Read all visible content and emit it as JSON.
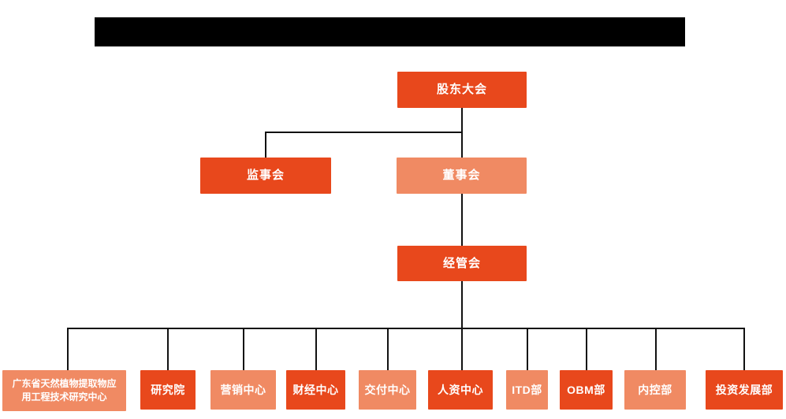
{
  "colors": {
    "primary": "#E8481C",
    "secondary": "#F08A63",
    "connector": "#111111",
    "redaction": "#000000",
    "node_text": "#FFFFFF"
  },
  "redaction_bar": {
    "present": true,
    "description": "blacked-out title area above the chart"
  },
  "org_chart": {
    "type": "organizational-hierarchy",
    "nodes": {
      "shareholders": {
        "label": "股东大会",
        "variant": "primary"
      },
      "supervisory": {
        "label": "监事会",
        "variant": "primary"
      },
      "board": {
        "label": "董事会",
        "variant": "secondary"
      },
      "management": {
        "label": "经管会",
        "variant": "primary"
      },
      "departments": [
        {
          "label": "广东省天然植物提取物应用工程技术研究中心",
          "variant": "secondary"
        },
        {
          "label": "研究院",
          "variant": "primary"
        },
        {
          "label": "营销中心",
          "variant": "secondary"
        },
        {
          "label": "财经中心",
          "variant": "primary"
        },
        {
          "label": "交付中心",
          "variant": "secondary"
        },
        {
          "label": "人资中心",
          "variant": "primary"
        },
        {
          "label": "ITD部",
          "variant": "secondary"
        },
        {
          "label": "OBM部",
          "variant": "primary"
        },
        {
          "label": "内控部",
          "variant": "secondary"
        },
        {
          "label": "投资发展部",
          "variant": "primary"
        }
      ]
    },
    "edges": [
      [
        "股东大会",
        "监事会"
      ],
      [
        "股东大会",
        "董事会"
      ],
      [
        "董事会",
        "经管会"
      ],
      [
        "经管会",
        "广东省天然植物提取物应用工程技术研究中心"
      ],
      [
        "经管会",
        "研究院"
      ],
      [
        "经管会",
        "营销中心"
      ],
      [
        "经管会",
        "财经中心"
      ],
      [
        "经管会",
        "交付中心"
      ],
      [
        "经管会",
        "人资中心"
      ],
      [
        "经管会",
        "ITD部"
      ],
      [
        "经管会",
        "OBM部"
      ],
      [
        "经管会",
        "内控部"
      ],
      [
        "经管会",
        "投资发展部"
      ]
    ]
  }
}
